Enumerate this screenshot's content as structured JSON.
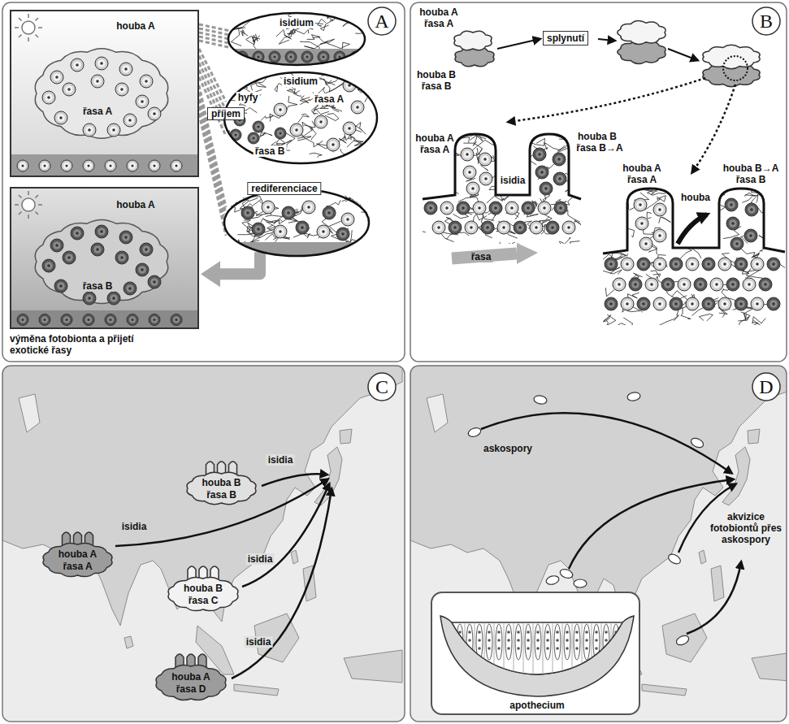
{
  "diagram": {
    "nodes": [
      {
        "text": [
          "A"
        ]
      },
      {
        "text": [
          "houba A",
          "řasa A"
        ]
      },
      {
        "text": [
          "isidium"
        ]
      },
      {
        "text": [
          "isidium",
          "řasa A",
          "hyfy",
          "příjem",
          "řasa B"
        ]
      },
      {
        "text": [
          "rediferenciace"
        ]
      },
      {
        "text": [
          "houba A",
          "řasa B"
        ]
      },
      {
        "text": [
          "B"
        ]
      },
      {
        "text": [
          "splynutí"
        ]
      },
      {
        "text": [
          "C"
        ]
      },
      {
        "text": [
          "houba B",
          "řasa B"
        ]
      },
      {
        "text": [
          "houba A",
          "řasa A"
        ]
      },
      {
        "text": [
          "houba B",
          "řasa C"
        ]
      },
      {
        "text": [
          "houba A",
          "řasa D"
        ]
      },
      {
        "text": [
          "D"
        ]
      },
      {
        "text": [
          "apothecium"
        ]
      }
    ],
    "edges": [
      {
        "from": 4,
        "to": 5,
        "arrow": "to"
      }
    ],
    "labels": [
      "výměna fotobionta a přijetí exotické řasy",
      "houba A",
      "řasa A",
      "houba B",
      "řasa B",
      "houba A",
      "řasa A",
      "houba B",
      "řasa B→A",
      "isidia",
      "řasa",
      "houba A",
      "řasa A",
      "houba B→A",
      "řasa B",
      "houba",
      "isidia",
      "isidia",
      "isidia",
      "isidia",
      "askospory",
      "akvizice fotobiontů přes askospory"
    ]
  }
}
